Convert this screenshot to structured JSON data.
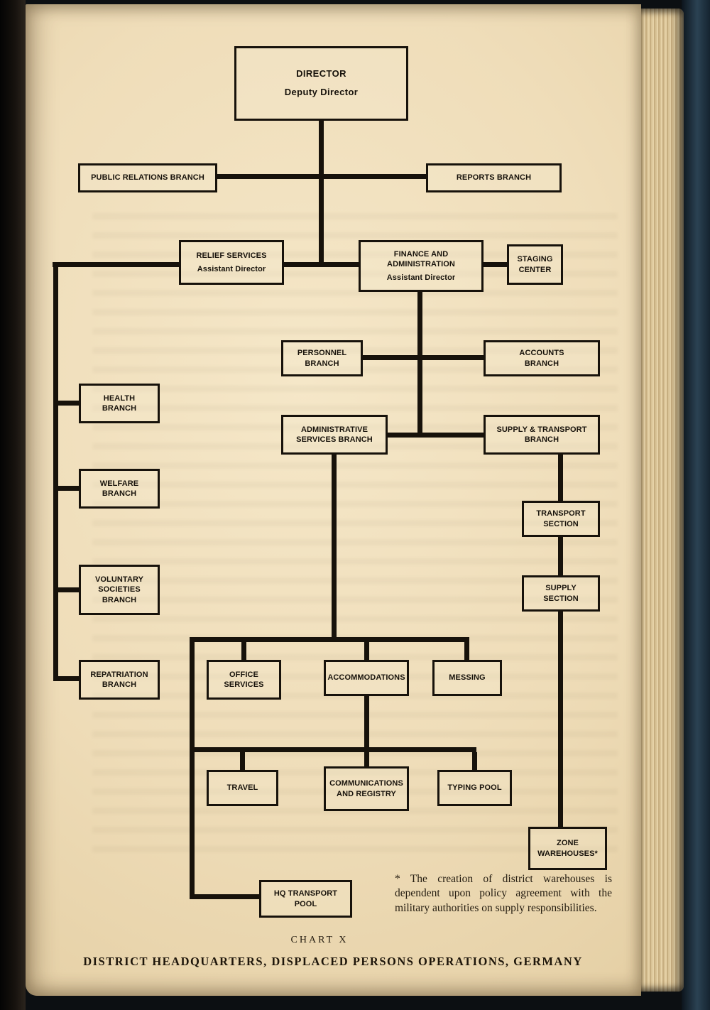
{
  "page": {
    "caption": "CHART X",
    "title": "DISTRICT HEADQUARTERS, DISPLACED PERSONS OPERATIONS, GERMANY",
    "footnote": "* The creation of district warehouses is dependent upon policy agreement with the military authorities on supply responsibilities."
  },
  "chart": {
    "type": "org-chart",
    "nodes": {
      "director": {
        "lines": [
          "DIRECTOR",
          "Deputy Director"
        ]
      },
      "public_relations": {
        "lines": [
          "PUBLIC RELATIONS BRANCH"
        ]
      },
      "reports": {
        "lines": [
          "REPORTS BRANCH"
        ]
      },
      "relief": {
        "lines": [
          "RELIEF SERVICES",
          "Assistant Director"
        ]
      },
      "finance": {
        "lines": [
          "FINANCE AND",
          "ADMINISTRATION",
          "Assistant Director"
        ]
      },
      "staging": {
        "lines": [
          "STAGING",
          "CENTER"
        ]
      },
      "personnel": {
        "lines": [
          "PERSONNEL",
          "BRANCH"
        ]
      },
      "accounts": {
        "lines": [
          "ACCOUNTS",
          "BRANCH"
        ]
      },
      "admin_services": {
        "lines": [
          "ADMINISTRATIVE",
          "SERVICES BRANCH"
        ]
      },
      "supply_transport": {
        "lines": [
          "SUPPLY & TRANSPORT",
          "BRANCH"
        ]
      },
      "health": {
        "lines": [
          "HEALTH",
          "BRANCH"
        ]
      },
      "welfare": {
        "lines": [
          "WELFARE",
          "BRANCH"
        ]
      },
      "voluntary": {
        "lines": [
          "VOLUNTARY",
          "SOCIETIES",
          "BRANCH"
        ]
      },
      "repatriation": {
        "lines": [
          "REPATRIATION",
          "BRANCH"
        ]
      },
      "transport_section": {
        "lines": [
          "TRANSPORT",
          "SECTION"
        ]
      },
      "supply_section": {
        "lines": [
          "SUPPLY",
          "SECTION"
        ]
      },
      "office_services": {
        "lines": [
          "OFFICE",
          "SERVICES"
        ]
      },
      "accommodations": {
        "lines": [
          "ACCOMMODATIONS"
        ]
      },
      "messing": {
        "lines": [
          "MESSING"
        ]
      },
      "travel": {
        "lines": [
          "TRAVEL"
        ]
      },
      "communications": {
        "lines": [
          "COMMUNICATIONS",
          "AND REGISTRY"
        ]
      },
      "typing_pool": {
        "lines": [
          "TYPING POOL"
        ]
      },
      "zone_warehouses": {
        "lines": [
          "ZONE",
          "WAREHOUSES*"
        ]
      },
      "hq_transport_pool": {
        "lines": [
          "HQ TRANSPORT",
          "POOL"
        ]
      }
    },
    "relations": [
      {
        "from": "director",
        "to": "public_relations"
      },
      {
        "from": "director",
        "to": "reports"
      },
      {
        "from": "director",
        "to": "relief"
      },
      {
        "from": "director",
        "to": "finance"
      },
      {
        "from": "finance",
        "to": "staging"
      },
      {
        "from": "finance",
        "to": "personnel"
      },
      {
        "from": "finance",
        "to": "accounts"
      },
      {
        "from": "finance",
        "to": "admin_services"
      },
      {
        "from": "finance",
        "to": "supply_transport"
      },
      {
        "from": "relief",
        "to": "health"
      },
      {
        "from": "relief",
        "to": "welfare"
      },
      {
        "from": "relief",
        "to": "voluntary"
      },
      {
        "from": "relief",
        "to": "repatriation"
      },
      {
        "from": "supply_transport",
        "to": "transport_section"
      },
      {
        "from": "supply_transport",
        "to": "supply_section"
      },
      {
        "from": "supply_transport",
        "to": "zone_warehouses"
      },
      {
        "from": "admin_services",
        "to": "office_services"
      },
      {
        "from": "admin_services",
        "to": "accommodations"
      },
      {
        "from": "admin_services",
        "to": "messing"
      },
      {
        "from": "admin_services",
        "to": "travel"
      },
      {
        "from": "admin_services",
        "to": "communications"
      },
      {
        "from": "admin_services",
        "to": "typing_pool"
      },
      {
        "from": "admin_services",
        "to": "hq_transport_pool"
      }
    ],
    "colors": {
      "ink": "#17120b",
      "paper": "#eedcb8"
    }
  }
}
